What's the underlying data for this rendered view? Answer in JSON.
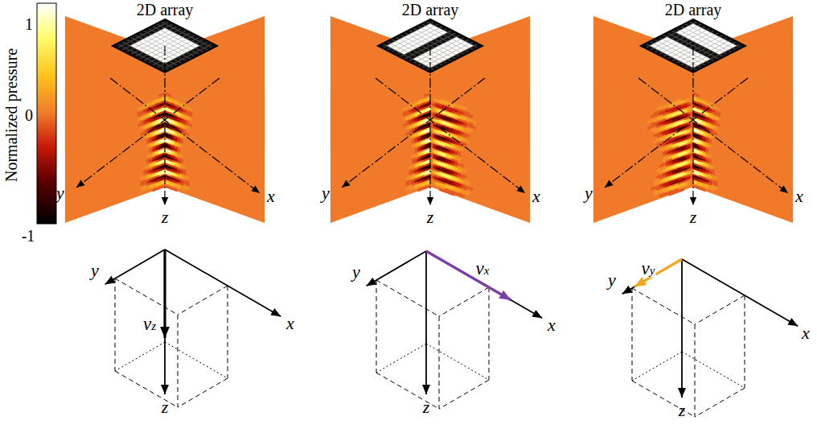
{
  "diagram": {
    "labels": [
      "Normalized pressure",
      "1",
      "0",
      "-1",
      "2D array",
      "y",
      "x",
      "z",
      "2D array",
      "y",
      "x",
      "z",
      "2D array",
      "y",
      "x",
      "z",
      "y",
      "x",
      "z",
      "vz",
      "y",
      "x",
      "z",
      "vx",
      "y",
      "x",
      "z",
      "vy"
    ]
  }
}
